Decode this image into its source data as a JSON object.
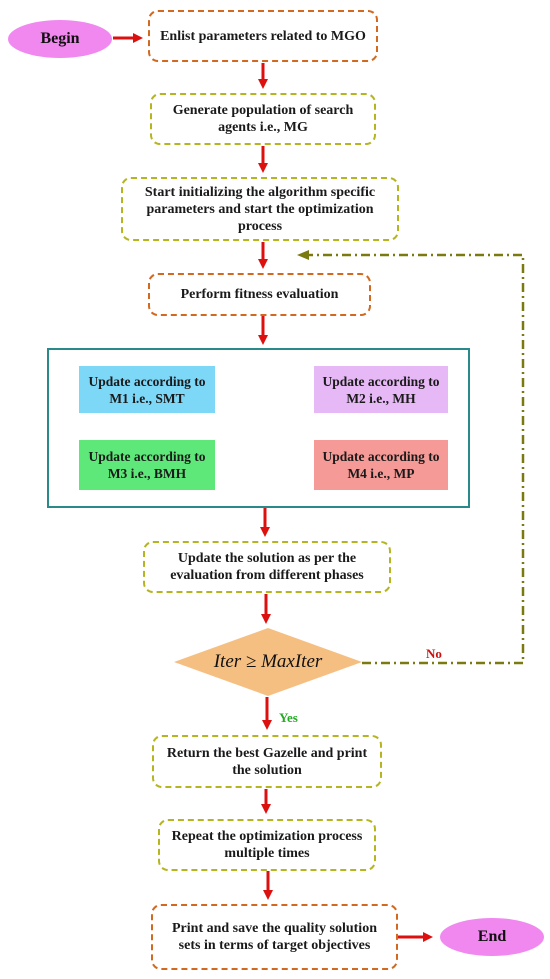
{
  "start": "Begin",
  "end": "End",
  "steps": {
    "enlist": "Enlist parameters related to MGO",
    "generate": "Generate population of search agents i.e., MG",
    "initialize": "Start initializing the algorithm specific parameters and start the optimization process",
    "fitness": "Perform fitness evaluation",
    "update_solution": "Update the solution as per the evaluation from different phases",
    "return_best": "Return the best Gazelle and print the solution",
    "repeat": "Repeat the optimization process multiple times",
    "print_save": "Print and save the quality solution sets in terms of target objectives"
  },
  "phases": [
    {
      "label": "Update according to M1 i.e., SMT",
      "color": "#7dd8f8"
    },
    {
      "label": "Update according to M2 i.e., MH",
      "color": "#e6b8f5"
    },
    {
      "label": "Update according to M3 i.e., BMH",
      "color": "#5fe87a"
    },
    {
      "label": "Update according to M4 i.e., MP",
      "color": "#f59a96"
    }
  ],
  "decision": {
    "text": "Iter ≥ MaxIter",
    "yes": "Yes",
    "no": "No"
  },
  "colors": {
    "arrow": "#dd1010",
    "loop": "#7a7a10",
    "oval": "#f088f0",
    "diamond": "#f6bf82",
    "container": "#2a8a8a",
    "yes": "#22aa22",
    "no": "#cc1010"
  }
}
